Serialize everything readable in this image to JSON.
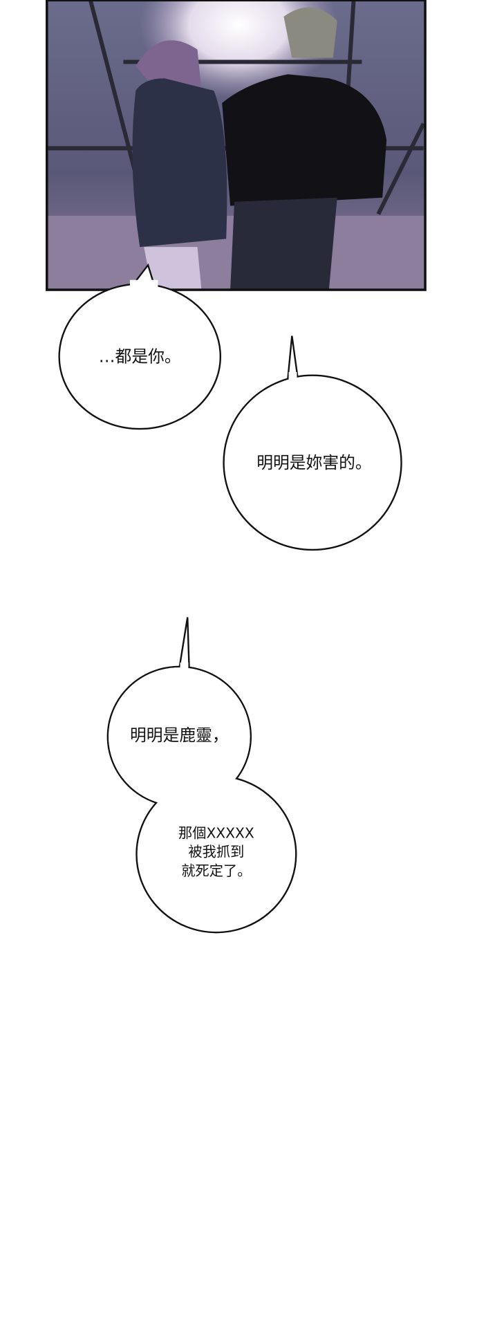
{
  "bubbles": {
    "b1": "…都是你。",
    "b2": "明明是妳害的。",
    "b3": "明明是鹿靈，",
    "b4": [
      "那個XXXXX",
      "被我抓到",
      "就死定了。"
    ]
  }
}
